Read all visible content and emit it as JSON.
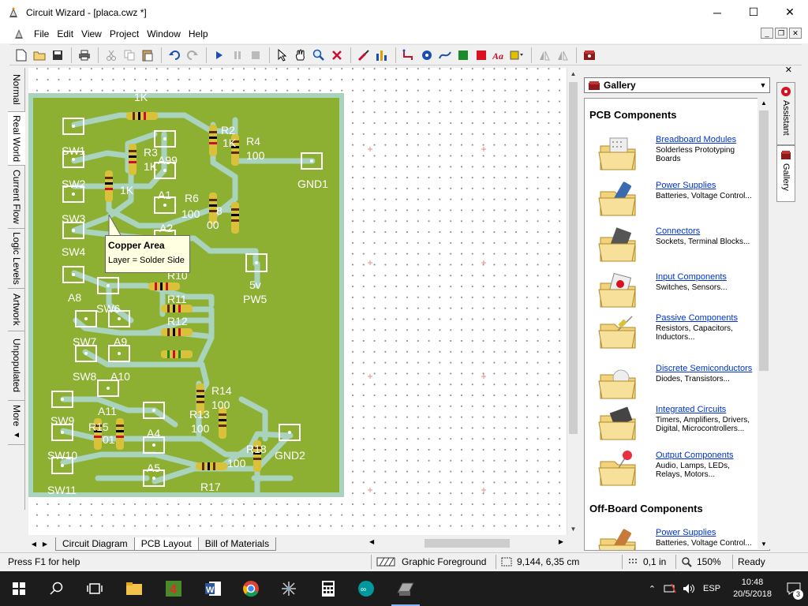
{
  "window": {
    "title": "Circuit Wizard - [placa.cwz *]"
  },
  "window_buttons": {
    "minimize": "─",
    "maximize": "☐",
    "close": "✕"
  },
  "menu": [
    "File",
    "Edit",
    "View",
    "Project",
    "Window",
    "Help"
  ],
  "left_tabs": [
    "Normal",
    "Real World",
    "Current Flow",
    "Logic Levels",
    "Artwork",
    "Unpopulated",
    "More"
  ],
  "more_arrow": "◂",
  "bottom_tabs": [
    "Circuit Diagram",
    "PCB Layout",
    "Bill of Materials"
  ],
  "right_tabs": [
    "Assistant",
    "Gallery"
  ],
  "gallery": {
    "selector": "Gallery",
    "sections": [
      {
        "title": "PCB Components",
        "items": [
          {
            "name": "Breadboard Modules",
            "desc": "Solderless Prototyping Boards",
            "icon": "breadboard-icon"
          },
          {
            "name": "Power Supplies",
            "desc": "Batteries, Voltage Control...",
            "icon": "battery-icon"
          },
          {
            "name": "Connectors",
            "desc": "Sockets, Terminal Blocks...",
            "icon": "connector-icon"
          },
          {
            "name": "Input Components",
            "desc": "Switches, Sensors...",
            "icon": "switch-icon"
          },
          {
            "name": "Passive Components",
            "desc": "Resistors, Capacitors, Inductors...",
            "icon": "resistor-icon"
          },
          {
            "name": "Discrete Semiconductors",
            "desc": "Diodes, Transistors...",
            "icon": "diode-icon"
          },
          {
            "name": "Integrated Circuits",
            "desc": "Timers, Amplifiers, Drivers, Digital, Microcontrollers...",
            "icon": "chip-icon"
          },
          {
            "name": "Output Components",
            "desc": "Audio, Lamps, LEDs, Relays, Motors...",
            "icon": "led-icon"
          }
        ]
      },
      {
        "title": "Off-Board Components",
        "items": [
          {
            "name": "Power Supplies",
            "desc": "Batteries, Voltage Control...",
            "icon": "battery-icon"
          }
        ]
      }
    ]
  },
  "tooltip": {
    "title": "Copper Area",
    "body": "Layer = Solder Side"
  },
  "pcb_labels": {
    "r_1k_top": "1K",
    "r3": "R3",
    "r3_val": "1K",
    "r2": "R2",
    "r2_val": "1K",
    "r1_val": "1K",
    "r4": "R4",
    "r4_val": "100",
    "gnd1": "GND1",
    "a99": "A99",
    "a1": "A1",
    "r6": "R6",
    "r6_val": "100",
    "r8": "8",
    "r8_val": "00",
    "a2": "A2",
    "sw1": "SW1",
    "sw2": "SW2",
    "sw3": "SW3",
    "sw4": "SW4",
    "a8": "A8",
    "sw6": "SW6",
    "r10": "R10",
    "r11": "R11",
    "r12": "R12",
    "pw5_v": "5v",
    "pw5": "PW5",
    "sw7": "SW7",
    "a9": "A9",
    "sw8": "SW8",
    "a10": "A10",
    "sw9": "SW9",
    "a11": "A11",
    "r14": "R14",
    "r14_val": "100",
    "r13": "R13",
    "r13_val": "100",
    "sw10": "SW10",
    "a4": "A4",
    "gnd2": "GND2",
    "r18": "R18",
    "r18_val": "100",
    "sw11": "SW11",
    "a5": "A5",
    "r17": "R17",
    "r15": "R15",
    "r15_val": "01"
  },
  "status": {
    "help": "Press F1 for help",
    "layer": "Graphic Foreground",
    "coords": "9,144, 6,35 cm",
    "grid": "0,1 in",
    "zoom": "150%",
    "state": "Ready"
  },
  "tray": {
    "language": "ESP",
    "time": "10:48",
    "date": "20/5/2018",
    "notifications": "3"
  },
  "colors": {
    "board": "#8db033",
    "copper": "#a9d3bd",
    "pad": "#ffffff",
    "link": "#0033cc"
  }
}
